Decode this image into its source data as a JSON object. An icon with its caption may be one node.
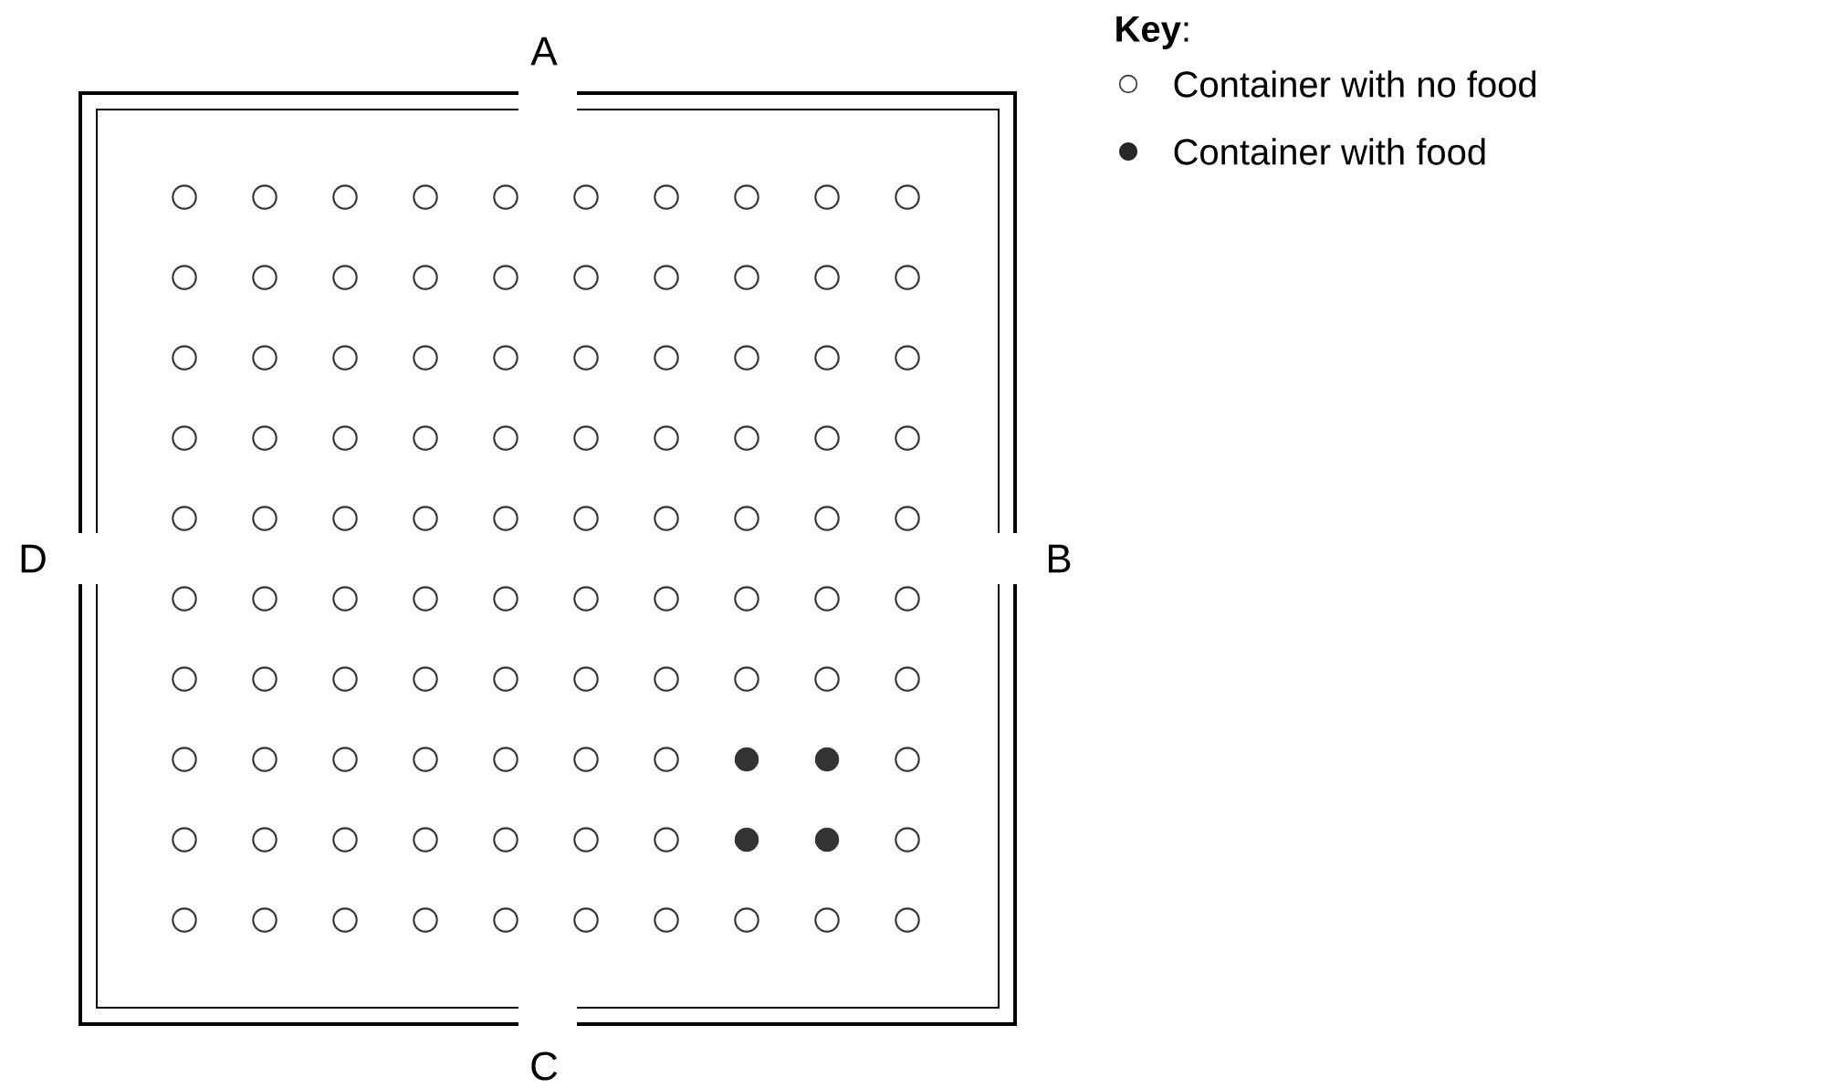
{
  "diagram": {
    "nodes": [
      {
        "text": [],
        "shape": "box"
      },
      {
        "text": [],
        "shape": "circle",
        "in": 0
      },
      {
        "text": [],
        "shape": "circle",
        "in": 0
      },
      {
        "text": [],
        "shape": "circle",
        "in": 0
      },
      {
        "text": [],
        "shape": "circle",
        "in": 0
      },
      {
        "text": [],
        "shape": "circle",
        "in": 0
      },
      {
        "text": [],
        "shape": "circle",
        "in": 0
      },
      {
        "text": [],
        "shape": "circle",
        "in": 0
      },
      {
        "text": [],
        "shape": "circle",
        "in": 0
      },
      {
        "text": [],
        "shape": "circle",
        "in": 0
      },
      {
        "text": [],
        "shape": "circle",
        "in": 0
      },
      {
        "text": [],
        "shape": "circle",
        "in": 0
      },
      {
        "text": [],
        "shape": "circle",
        "in": 0
      },
      {
        "text": [],
        "shape": "circle",
        "in": 0
      },
      {
        "text": [],
        "shape": "circle",
        "in": 0
      },
      {
        "text": [],
        "shape": "circle",
        "in": 0
      },
      {
        "text": [],
        "shape": "circle",
        "in": 0
      },
      {
        "text": [],
        "shape": "circle",
        "in": 0
      },
      {
        "text": [],
        "shape": "circle",
        "in": 0
      },
      {
        "text": [],
        "shape": "circle",
        "in": 0
      },
      {
        "text": [],
        "shape": "circle",
        "in": 0
      },
      {
        "text": [],
        "shape": "circle",
        "in": 0
      },
      {
        "text": [],
        "shape": "circle",
        "in": 0
      },
      {
        "text": [],
        "shape": "circle",
        "in": 0
      },
      {
        "text": [],
        "shape": "circle",
        "in": 0
      },
      {
        "text": [],
        "shape": "circle",
        "in": 0
      },
      {
        "text": [],
        "shape": "circle",
        "in": 0
      },
      {
        "text": [],
        "shape": "circle",
        "in": 0
      },
      {
        "text": [],
        "shape": "circle",
        "in": 0
      },
      {
        "text": [],
        "shape": "circle",
        "in": 0
      },
      {
        "text": [],
        "shape": "circle",
        "in": 0
      },
      {
        "text": [],
        "shape": "circle",
        "in": 0
      },
      {
        "text": [],
        "shape": "circle",
        "in": 0
      },
      {
        "text": [],
        "shape": "circle",
        "in": 0
      },
      {
        "text": [],
        "shape": "circle",
        "in": 0
      },
      {
        "text": [],
        "shape": "circle",
        "in": 0
      },
      {
        "text": [],
        "shape": "circle",
        "in": 0
      },
      {
        "text": [],
        "shape": "circle",
        "in": 0
      },
      {
        "text": [],
        "shape": "circle",
        "in": 0
      },
      {
        "text": [],
        "shape": "circle",
        "in": 0
      },
      {
        "text": [],
        "shape": "circle",
        "in": 0
      },
      {
        "text": [],
        "shape": "circle",
        "in": 0
      },
      {
        "text": [],
        "shape": "circle",
        "in": 0
      },
      {
        "text": [],
        "shape": "circle",
        "in": 0
      },
      {
        "text": [],
        "shape": "circle",
        "in": 0
      },
      {
        "text": [],
        "shape": "circle",
        "in": 0
      },
      {
        "text": [],
        "shape": "circle",
        "in": 0
      },
      {
        "text": [],
        "shape": "circle",
        "in": 0
      },
      {
        "text": [],
        "shape": "circle",
        "in": 0
      },
      {
        "text": [],
        "shape": "circle",
        "in": 0
      },
      {
        "text": [],
        "shape": "circle",
        "in": 0
      },
      {
        "text": [],
        "shape": "circle",
        "in": 0
      },
      {
        "text": [],
        "shape": "circle",
        "in": 0
      },
      {
        "text": [],
        "shape": "circle",
        "in": 0
      },
      {
        "text": [],
        "shape": "circle",
        "in": 0
      },
      {
        "text": [],
        "shape": "circle",
        "in": 0
      },
      {
        "text": [],
        "shape": "circle",
        "in": 0
      },
      {
        "text": [],
        "shape": "circle",
        "in": 0
      },
      {
        "text": [],
        "shape": "circle",
        "in": 0
      },
      {
        "text": [],
        "shape": "circle",
        "in": 0
      },
      {
        "text": [],
        "shape": "circle",
        "in": 0
      },
      {
        "text": [],
        "shape": "circle",
        "in": 0
      },
      {
        "text": [],
        "shape": "circle",
        "in": 0
      },
      {
        "text": [],
        "shape": "circle",
        "in": 0
      },
      {
        "text": [],
        "shape": "circle",
        "in": 0
      },
      {
        "text": [],
        "shape": "circle",
        "in": 0
      },
      {
        "text": [],
        "shape": "circle",
        "in": 0
      },
      {
        "text": [],
        "shape": "circle",
        "in": 0
      },
      {
        "text": [],
        "shape": "circle",
        "in": 0
      },
      {
        "text": [],
        "shape": "circle",
        "in": 0
      },
      {
        "text": [],
        "shape": "circle",
        "in": 0
      },
      {
        "text": [],
        "shape": "circle",
        "in": 0
      },
      {
        "text": [],
        "shape": "circle",
        "in": 0
      },
      {
        "text": [],
        "shape": "circle",
        "in": 0
      },
      {
        "text": [],
        "shape": "circle",
        "in": 0
      },
      {
        "text": [],
        "shape": "circle",
        "in": 0
      },
      {
        "text": [],
        "shape": "circle",
        "in": 0
      },
      {
        "text": [],
        "shape": "circle",
        "in": 0
      },
      {
        "text": [],
        "shape": "dot",
        "in": 0
      },
      {
        "text": [],
        "shape": "dot",
        "in": 0
      },
      {
        "text": [],
        "shape": "circle",
        "in": 0
      },
      {
        "text": [],
        "shape": "circle",
        "in": 0
      },
      {
        "text": [],
        "shape": "circle",
        "in": 0
      },
      {
        "text": [],
        "shape": "circle",
        "in": 0
      },
      {
        "text": [],
        "shape": "circle",
        "in": 0
      },
      {
        "text": [],
        "shape": "circle",
        "in": 0
      },
      {
        "text": [],
        "shape": "circle",
        "in": 0
      },
      {
        "text": [],
        "shape": "circle",
        "in": 0
      },
      {
        "text": [],
        "shape": "dot",
        "in": 0
      },
      {
        "text": [],
        "shape": "dot",
        "in": 0
      },
      {
        "text": [],
        "shape": "circle",
        "in": 0
      },
      {
        "text": [],
        "shape": "circle",
        "in": 0
      },
      {
        "text": [],
        "shape": "circle",
        "in": 0
      },
      {
        "text": [],
        "shape": "circle",
        "in": 0
      },
      {
        "text": [],
        "shape": "circle",
        "in": 0
      },
      {
        "text": [],
        "shape": "circle",
        "in": 0
      },
      {
        "text": [],
        "shape": "circle",
        "in": 0
      },
      {
        "text": [],
        "shape": "circle",
        "in": 0
      },
      {
        "text": [],
        "shape": "circle",
        "in": 0
      },
      {
        "text": [],
        "shape": "circle",
        "in": 0
      },
      {
        "text": [],
        "shape": "circle",
        "in": 0
      }
    ],
    "labels": [
      "A",
      "D",
      "B",
      "C",
      "**Key**:"
    ],
    "legend": [
      {
        "text": "Container with no food"
      },
      {
        "text": "Container with food"
      }
    ]
  }
}
